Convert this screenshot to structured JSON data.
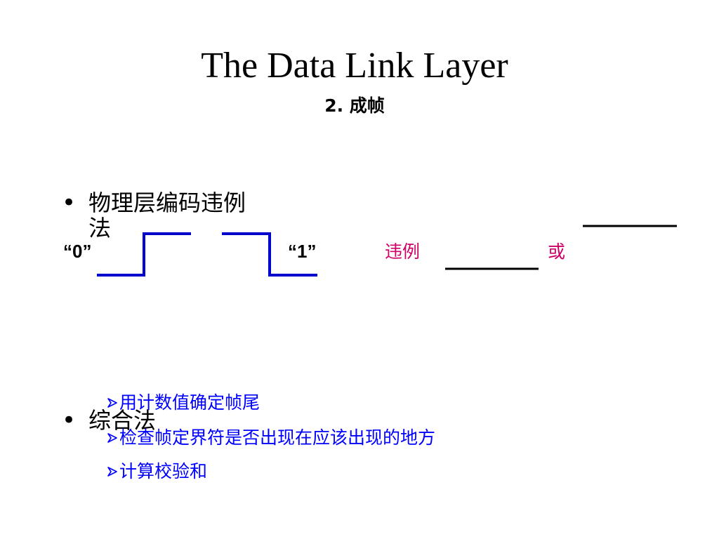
{
  "slide": {
    "title": "The Data Link Layer",
    "subtitle": "2. 成帧"
  },
  "bullets": [
    {
      "marker": "•",
      "text_line1": "物理层编码违例",
      "text_line2": "法"
    },
    {
      "marker": "•",
      "text": "综合法"
    }
  ],
  "encoding": {
    "zero_label": "“0”",
    "one_label": "“1”",
    "violation_label": "违例",
    "or_label": "或",
    "signal_color": "#0000cc",
    "violation_color": "#cc0066"
  },
  "sub_items": {
    "arrow_icon": "arrow-bullet-icon",
    "color": "#0000ff",
    "items": [
      "用计数值确定帧尾",
      "检查帧定界符是否出现在应该出现的地方",
      "计算校验和"
    ]
  }
}
